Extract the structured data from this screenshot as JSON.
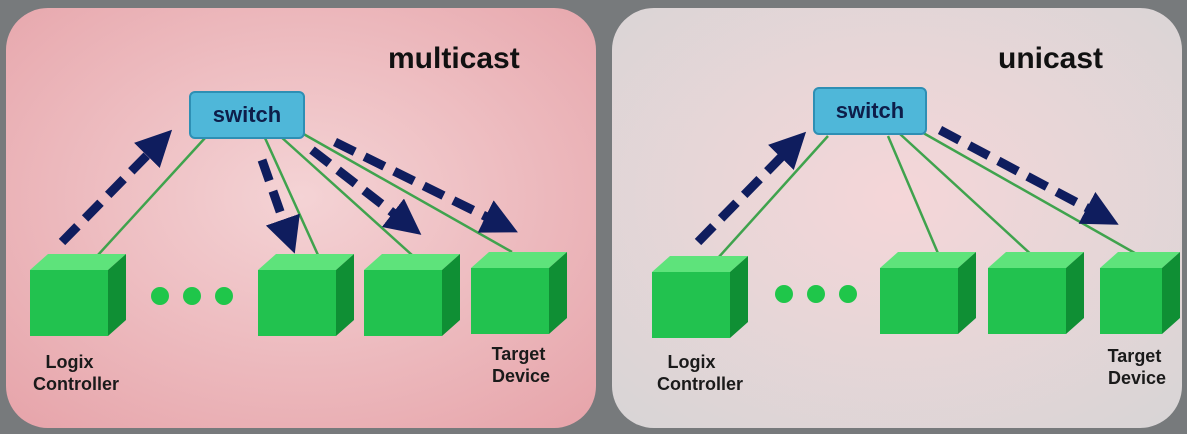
{
  "colors": {
    "background": "#777a7c",
    "panel_multicast_center": "#f1c8cb",
    "panel_multicast_edge": "#e8a0a6",
    "panel_unicast_center": "#f3d4d6",
    "panel_unicast_edge": "#d9d6d6",
    "switch_fill": "#4fb7d9",
    "switch_label": "#0e1e4a",
    "device_front": "#22c24f",
    "device_top": "#5ee37b",
    "device_side": "#0f8f34",
    "link": "#3fa34d",
    "flow_arrow": "#0f1d5e"
  },
  "panels": [
    {
      "id": "multicast",
      "title": "multicast",
      "switch_label": "switch",
      "controller_label": [
        "Logix",
        "Controller"
      ],
      "target_label": [
        "Target",
        "Device"
      ],
      "arrows_to_devices": "all"
    },
    {
      "id": "unicast",
      "title": "unicast",
      "switch_label": "switch",
      "controller_label": [
        "Logix",
        "Controller"
      ],
      "target_label": [
        "Target",
        "Device"
      ],
      "arrows_to_devices": "target-only"
    }
  ]
}
